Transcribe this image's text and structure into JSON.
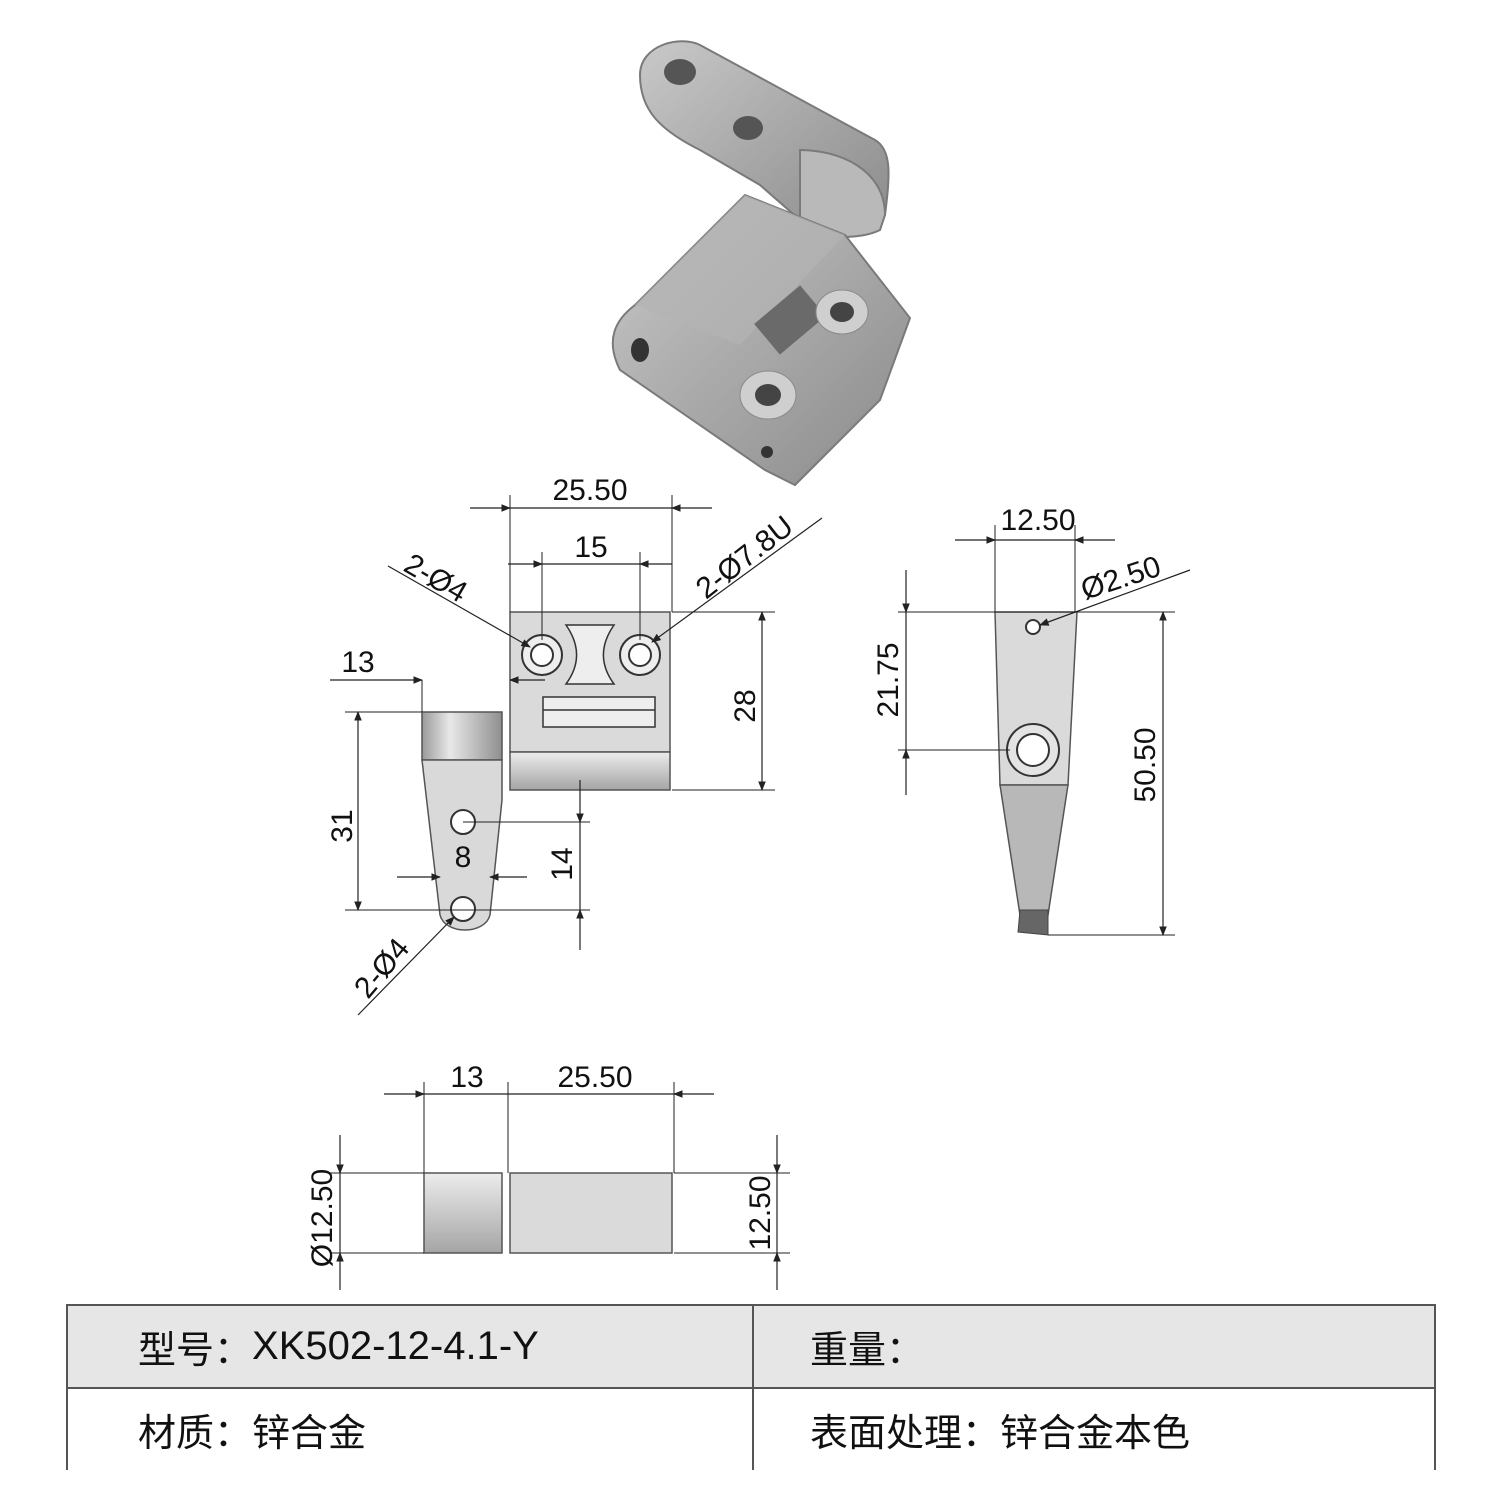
{
  "drawing": {
    "front_view": {
      "width_overall": "25.50",
      "hole_spacing": "15",
      "holes_top_left": "2-Ø4",
      "holes_top_right": "2-Ø7.8U",
      "offset_left": "13",
      "height_block": "28",
      "height_leaf": "31",
      "leaf_width": "8",
      "leaf_hole_spacing": "14",
      "holes_leaf": "2-Ø4"
    },
    "side_view": {
      "width": "12.50",
      "pin_hole": "Ø2.50",
      "pivot_height": "21.75",
      "height_total": "50.50"
    },
    "bottom_view": {
      "width_left": "13",
      "width_right": "25.50",
      "diameter": "Ø12.50",
      "height": "12.50"
    }
  },
  "specs": {
    "model_label": "型号：",
    "model_value": "XK502-12-4.1-Y",
    "weight_label": "重量：",
    "weight_value": "",
    "material_label": "材质：",
    "material_value": "锌合金",
    "finish_label": "表面处理：",
    "finish_value": "锌合金本色"
  },
  "colors": {
    "metal_light": "#d8d8d8",
    "metal_mid": "#b5b5b5",
    "metal_dark": "#8c8c8c",
    "line": "#222222",
    "table_header_bg": "#e6e6e6"
  }
}
